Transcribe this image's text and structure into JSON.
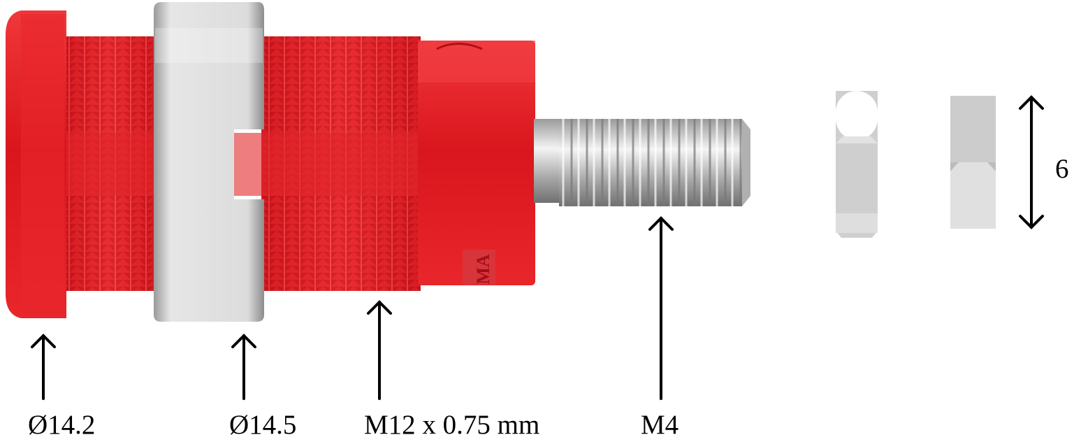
{
  "labels": {
    "flange_diameter": "Ø14.2",
    "nut_diameter": "Ø14.5",
    "body_thread": "M12 x 0.75 mm",
    "pin_thread": "M4",
    "hex_nut_height": "6"
  },
  "logo_text": "MA®",
  "colors": {
    "red": "#e8262b",
    "red_dark": "#b8141a",
    "silver": "#d4d4d4",
    "arrow": "#000000"
  }
}
